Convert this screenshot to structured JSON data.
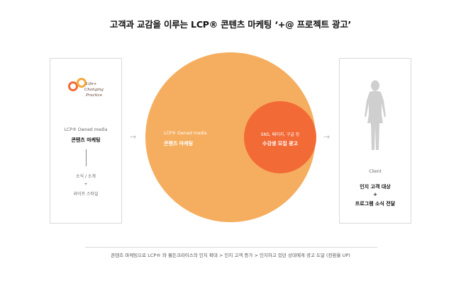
{
  "title": "고객과 교감을 이루는 LCP® 콘텐츠 마케팅 ‘+@ 프로젝트 광고’",
  "left_card": {
    "logo_lines": [
      "Life+",
      "Changing",
      "Practice"
    ],
    "sub_label": "LCP® Owned media",
    "main_label": "콘텐츠 마케팅",
    "item_1": "소식 / 소개",
    "plus": "+",
    "item_2": "라이프 스타일"
  },
  "big_circle": {
    "sub_label": "LCP® Owned media",
    "main_label": "콘텐츠 마케팅",
    "color": "#f5ae5f"
  },
  "small_circle": {
    "sub_label": "SNS, 페이지, 구글 등",
    "main_label": "수강생 모집 광고",
    "color": "#f26a36"
  },
  "right_card": {
    "sub_label": "Client",
    "line_1": "인지 고객 대상",
    "plus": "+",
    "line_2": "프로그램 소식 전달"
  },
  "arrow_glyph": "→",
  "caption": "콘텐츠 마케팅으로 LCP® 와 웰든크라이스의 인지 확대 > 인지 고객 증가 > 인지하고 있던 상대에게 광고 도달 (전환율 UP)"
}
